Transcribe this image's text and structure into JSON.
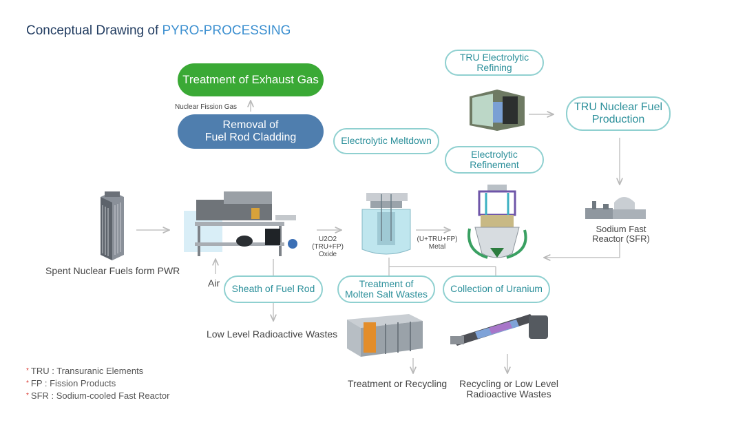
{
  "title": {
    "prefix": "Conceptual Drawing of",
    "highlight": "PYRO-PROCESSING"
  },
  "boxes": {
    "exhaust": "Treatment of Exhaust Gas",
    "removal_1": "Removal of",
    "removal_2": "Fuel Rod Cladding",
    "tru_refining_1": "TRU Electrolytic",
    "tru_refining_2": "Refining",
    "tru_fuel_1": "TRU Nuclear Fuel",
    "tru_fuel_2": "Production",
    "meltdown": "Electrolytic Meltdown",
    "refinement_1": "Electrolytic",
    "refinement_2": "Refinement",
    "sheath": "Sheath of Fuel Rod",
    "molten_1": "Treatment of",
    "molten_2": "Molten Salt Wastes",
    "uranium": "Collection of Uranium"
  },
  "labels": {
    "fission_gas": "Nuclear Fission Gas",
    "spent": "Spent Nuclear Fuels form PWR",
    "air": "Air",
    "oxide_1": "U2O2",
    "oxide_2": "(TRU+FP)",
    "oxide_3": "Oxide",
    "metal_1": "(U+TRU+FP)",
    "metal_2": "Metal",
    "sfr_1": "Sodium Fast",
    "sfr_2": "Reactor (SFR)",
    "low_level": "Low Level Radioactive Wastes",
    "recycling": "Treatment or Recycling",
    "recycling_low_1": "Recycling or Low Level",
    "recycling_low_2": "Radioactive Wastes"
  },
  "legend": [
    "TRU : Transuranic Elements",
    "FP : Fission Products",
    "SFR : Sodium-cooled Fast Reactor"
  ],
  "colors": {
    "green": "#3aa935",
    "blue": "#4f7eae",
    "outline": "#8fd0d0",
    "teal_text": "#2b8f9a",
    "title": "#1f3a5f",
    "accent": "#3b8fd0"
  }
}
